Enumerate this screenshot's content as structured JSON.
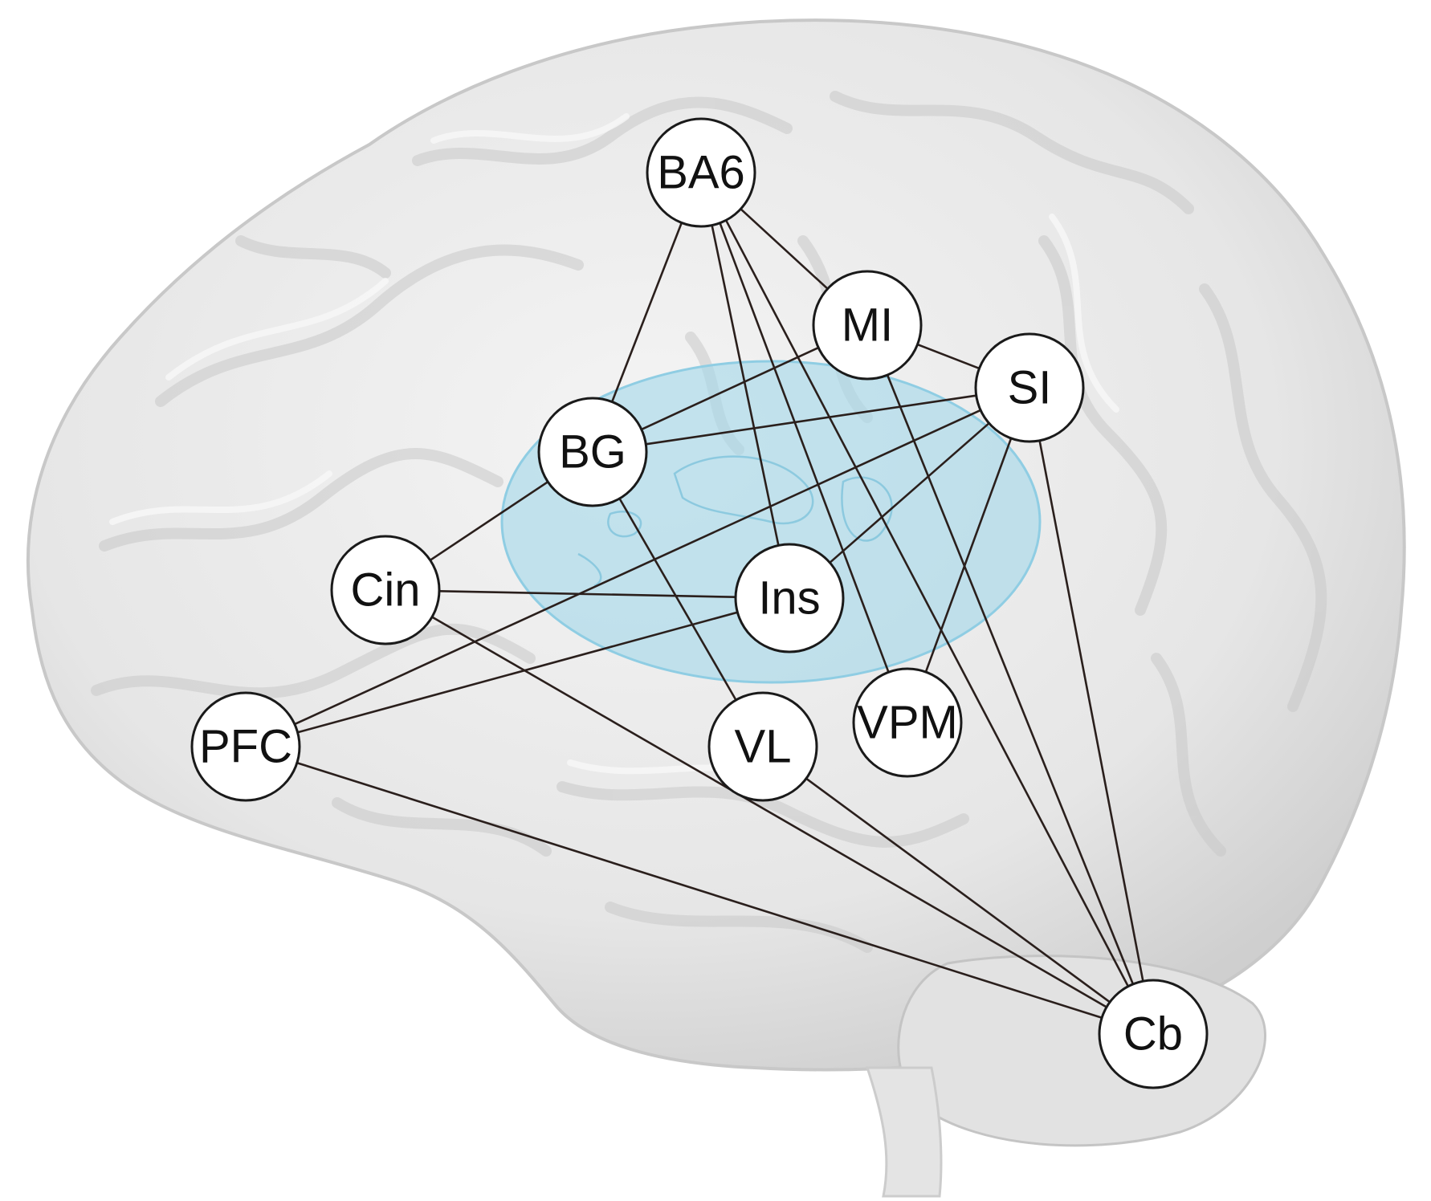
{
  "colors": {
    "brain_fill": "#e9e9e9",
    "brain_shadow": "#bdbdbd",
    "brain_outline": "#d0d0d0",
    "thalamus_fill": "#a8d8ea",
    "thalamus_line": "#8fcde3",
    "edge": "#2a1f1c",
    "node_fill": "#ffffff",
    "node_stroke": "#1a1a1a"
  },
  "nodes": [
    {
      "id": "BA6",
      "label": "BA6"
    },
    {
      "id": "MI",
      "label": "MI"
    },
    {
      "id": "SI",
      "label": "SI"
    },
    {
      "id": "BG",
      "label": "BG"
    },
    {
      "id": "Cin",
      "label": "Cin"
    },
    {
      "id": "Ins",
      "label": "Ins"
    },
    {
      "id": "PFC",
      "label": "PFC"
    },
    {
      "id": "VL",
      "label": "VL"
    },
    {
      "id": "VPM",
      "label": "VPM"
    },
    {
      "id": "Cb",
      "label": "Cb"
    }
  ],
  "edges": [
    [
      "BA6",
      "MI"
    ],
    [
      "BA6",
      "BG"
    ],
    [
      "BA6",
      "Ins"
    ],
    [
      "BA6",
      "VPM"
    ],
    [
      "BA6",
      "Cb"
    ],
    [
      "MI",
      "SI"
    ],
    [
      "MI",
      "BG"
    ],
    [
      "MI",
      "Cb"
    ],
    [
      "SI",
      "BG"
    ],
    [
      "SI",
      "PFC"
    ],
    [
      "SI",
      "Ins"
    ],
    [
      "SI",
      "VPM"
    ],
    [
      "SI",
      "Cb"
    ],
    [
      "BG",
      "Cin"
    ],
    [
      "BG",
      "VL"
    ],
    [
      "Cin",
      "Ins"
    ],
    [
      "Cin",
      "Cb"
    ],
    [
      "Ins",
      "PFC"
    ],
    [
      "PFC",
      "Cb"
    ],
    [
      "VL",
      "Cb"
    ],
    [
      "BA6",
      "Cb"
    ]
  ]
}
